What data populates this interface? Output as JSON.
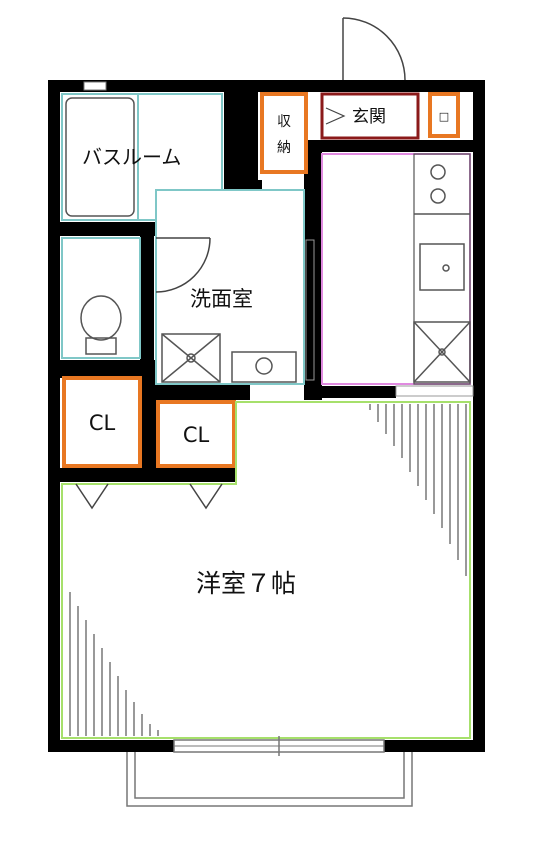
{
  "rooms": {
    "bathroom": "バスルーム",
    "storage": "収納",
    "entrance": "玄関",
    "washroom": "洗面室",
    "closet_left": "CL",
    "closet_right": "CL",
    "western_room": "洋室７帖"
  },
  "colors": {
    "wall": "#000000",
    "closet_border": "#e87722",
    "entrance_border": "#8b1a1a",
    "kitchen_border": "#e08ae0",
    "room_border": "#a6e06b",
    "fixture_border": "#7fc7c7",
    "fixture_line": "#555555"
  },
  "fixtures": {
    "toilet": "toilet-icon",
    "stove": "stove-icon",
    "sink": "sink-icon",
    "washer": "washing-machine-pan-icon",
    "fridge": "fridge-space-icon",
    "door": "door-swing-icon",
    "window": "window-icon"
  }
}
